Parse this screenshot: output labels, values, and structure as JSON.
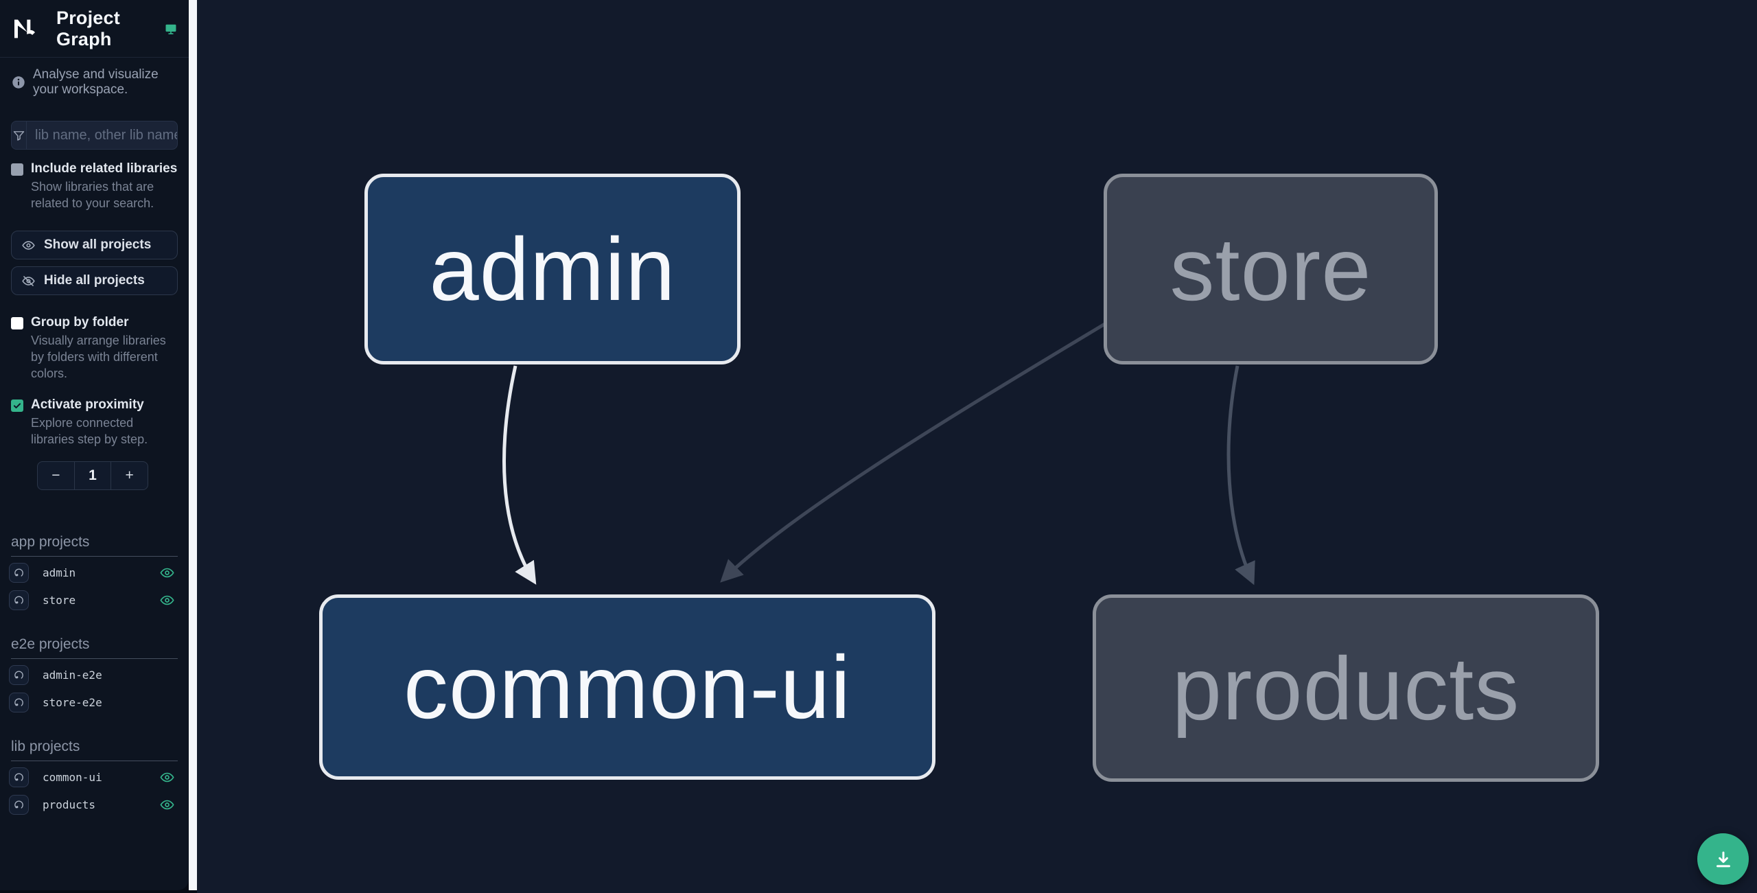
{
  "header": {
    "title": "Project Graph"
  },
  "sidebar": {
    "tagline": "Analyse and visualize your workspace.",
    "search": {
      "placeholder": "lib name, other lib name"
    },
    "toggles": [
      {
        "label": "Include related libraries",
        "desc": "Show libraries that are related to your search.",
        "checked": false
      },
      {
        "label": "Group by folder",
        "desc": "Visually arrange libraries by folders with different colors.",
        "checked": false
      },
      {
        "label": "Activate proximity",
        "desc": "Explore connected libraries step by step.",
        "checked": true
      }
    ],
    "buttons": [
      {
        "label": "Show all projects",
        "icon": "eye-icon"
      },
      {
        "label": "Hide all projects",
        "icon": "eye-off-icon"
      }
    ],
    "stepper": {
      "minus": "−",
      "value": "1",
      "plus": "+"
    },
    "sections": [
      {
        "title": "app projects",
        "items": [
          {
            "name": "admin",
            "visible": true
          },
          {
            "name": "store",
            "visible": true
          }
        ]
      },
      {
        "title": "e2e projects",
        "items": [
          {
            "name": "admin-e2e",
            "visible": false
          },
          {
            "name": "store-e2e",
            "visible": false
          }
        ]
      },
      {
        "title": "lib projects",
        "items": [
          {
            "name": "common-ui",
            "visible": true
          },
          {
            "name": "products",
            "visible": true
          }
        ]
      }
    ]
  },
  "graph": {
    "nodes": [
      {
        "id": "admin",
        "label": "admin",
        "state": "focused"
      },
      {
        "id": "store",
        "label": "store",
        "state": "dimmed"
      },
      {
        "id": "common-ui",
        "label": "common-ui",
        "state": "focused"
      },
      {
        "id": "products",
        "label": "products",
        "state": "dimmed"
      }
    ],
    "edges": [
      {
        "from": "admin",
        "to": "common-ui",
        "state": "focused"
      },
      {
        "from": "store",
        "to": "common-ui",
        "state": "dimmed"
      },
      {
        "from": "store",
        "to": "products",
        "state": "dimmed"
      }
    ]
  },
  "fab": {
    "icon": "download-icon",
    "action": "save-graph-image"
  },
  "colors": {
    "accent_green": "#34b48b",
    "canvas_bg": "#121a2b",
    "sidebar_bg": "#0d1420",
    "divider": "#f4f6f9",
    "node_active_fill": "#1d3b60",
    "node_active_border": "#e7eaef",
    "node_dimmed_fill": "#3a4150",
    "node_dimmed_border": "#8b9099",
    "edge_active": "#e7eaef",
    "edge_dimmed": "#3e4657"
  }
}
